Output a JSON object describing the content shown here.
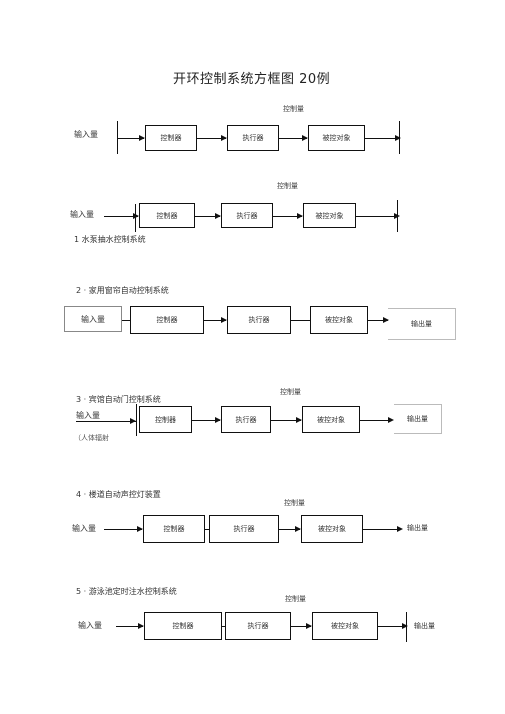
{
  "title": "开环控制系统方框图 20例",
  "control_amount": "控制量",
  "input": "输入量",
  "output": "输出量",
  "blocks": {
    "controller": "控制器",
    "actuator": "执行器",
    "plant": "被控对象"
  },
  "examples": [
    {
      "caption": "1 水泵抽水控制系统"
    },
    {
      "caption": "2 · 家用窗帘自动控制系统"
    },
    {
      "caption": "3 · 宾馆自动门控制系统",
      "input_note": "（人体辐射"
    },
    {
      "caption": "4 · 楼道自动声控灯装置"
    },
    {
      "caption": "5 · 游泳池定时注水控制系统"
    }
  ]
}
